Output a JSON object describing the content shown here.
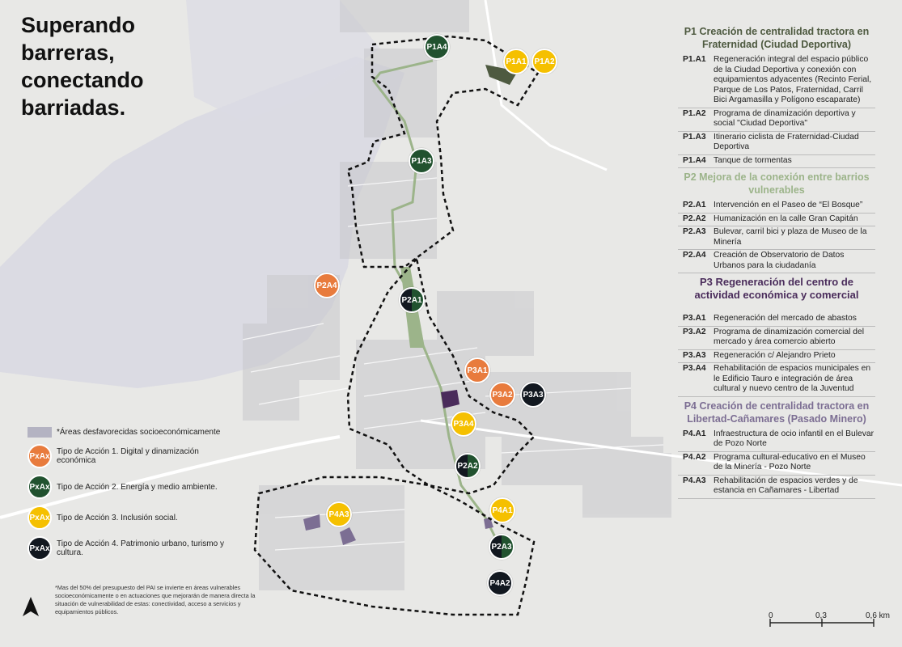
{
  "title": "Superando barreras, conectando barriadas.",
  "colors": {
    "orange": "#e87b3d",
    "green": "#21522f",
    "yellow": "#f5c000",
    "black": "#121820",
    "p1_title": "#4e5a40",
    "p2_title": "#9cb48a",
    "p3_title": "#4a2c5b",
    "p4_title": "#7c6e93",
    "area": "#b4b3c2"
  },
  "markers": [
    {
      "label": "P1A4",
      "type": "green"
    },
    {
      "label": "P1A1",
      "type": "yellow"
    },
    {
      "label": "P1A2",
      "type": "yellow"
    },
    {
      "label": "P1A3",
      "type": "green"
    },
    {
      "label": "P2A4",
      "type": "orange"
    },
    {
      "label": "P2A1",
      "type": "split"
    },
    {
      "label": "P3A1",
      "type": "orange"
    },
    {
      "label": "P3A2",
      "type": "orange"
    },
    {
      "label": "P3A3",
      "type": "black"
    },
    {
      "label": "P3A4",
      "type": "yellow"
    },
    {
      "label": "P2A2",
      "type": "split"
    },
    {
      "label": "P4A1",
      "type": "yellow"
    },
    {
      "label": "P4A3",
      "type": "yellow"
    },
    {
      "label": "P2A3",
      "type": "split"
    },
    {
      "label": "P4A2",
      "type": "black"
    }
  ],
  "panel": {
    "p1": {
      "title": "P1 Creación de centralidad tractora en Fraternidad (Ciudad Deportiva)",
      "items": [
        {
          "code": "P1.A1",
          "text": "Regeneración integral del espacio público de la Ciudad Deportiva y conexión con equipamientos adyacentes (Recinto Ferial, Parque de Los Patos, Fraternidad, Carril Bici Argamasilla y Polígono escaparate)"
        },
        {
          "code": "P1.A2",
          "text": "Programa de dinamización deportiva y social \"Ciudad Deportiva\""
        },
        {
          "code": "P1.A3",
          "text": "Itinerario ciclista de Fraternidad-Ciudad Deportiva"
        },
        {
          "code": "P1.A4",
          "text": "Tanque de tormentas"
        }
      ]
    },
    "p2": {
      "title": "P2 Mejora de la conexión entre barrios vulnerables",
      "items": [
        {
          "code": "P2.A1",
          "text": "Intervención en el Paseo de “El Bosque”"
        },
        {
          "code": "P2.A2",
          "text": "Humanización  en la calle Gran Capitán"
        },
        {
          "code": "P2.A3",
          "text": "Bulevar, carril bici y plaza de Museo de la Minería"
        },
        {
          "code": "P2.A4",
          "text": "Creación de Observatorio de Datos Urbanos para la ciudadanía"
        }
      ]
    },
    "p3": {
      "title": "P3 Regeneración del centro de actividad económica y comercial",
      "items": [
        {
          "code": "P3.A1",
          "text": "Regeneración del mercado de abastos"
        },
        {
          "code": "P3.A2",
          "text": "Programa de dinamización comercial del mercado y área comercio abierto"
        },
        {
          "code": "P3.A3",
          "text": "Regeneración c/ Alejandro Prieto"
        },
        {
          "code": "P3.A4",
          "text": "Rehabilitación de espacios municipales en le Edificio Tauro e integración de área cultural y nuevo centro de la Juventud"
        }
      ]
    },
    "p4": {
      "title": "P4 Creación de centralidad tractora en Libertad-Cañamares (Pasado Minero)",
      "items": [
        {
          "code": "P4.A1",
          "text": "Infraestructura de ocio infantil en el Bulevar de Pozo Norte"
        },
        {
          "code": "P4.A2",
          "text": "Programa cultural-educativo en el Museo de la Minería - Pozo Norte"
        },
        {
          "code": "P4.A3",
          "text": "Rehabilitación de espacios verdes y de estancia en Cañamares - Libertad"
        }
      ]
    }
  },
  "legend": {
    "area_label": "*Áreas desfavorecidas socioeconómicamente",
    "marker_label": "PxAx",
    "type1": "Tipo de Acción 1. Digital y dinamización económica",
    "type2": "Tipo de Acción 2. Energía y medio ambiente.",
    "type3": "Tipo de Acción 3. Inclusión social.",
    "type4": "Tipo de Acción 4. Patrimonio urbano, turismo y cultura."
  },
  "note": "*Mas del 50% del presupuesto del PAI se invierte en áreas vulnerables socioeconómicamente o en actuaciones que mejorarán de manera directa la situación de vulnerabilidad de estas: conectividad, acceso a servicios y equipamientos públicos.",
  "scale": {
    "t0": "0",
    "t1": "0,3",
    "t2": "0,6 km"
  }
}
